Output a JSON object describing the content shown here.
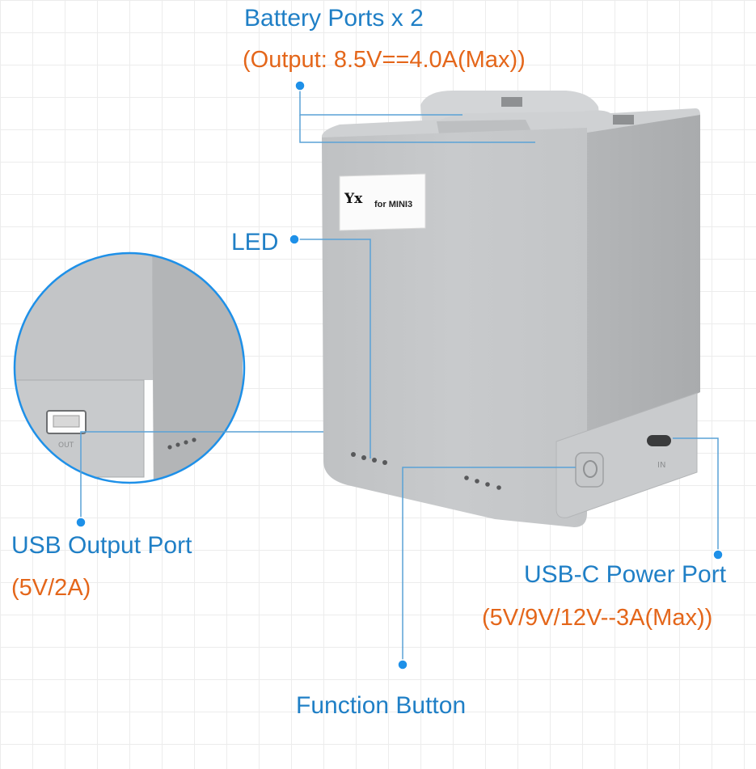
{
  "product": {
    "brand_mark": "Yx",
    "model_label": "for MINI3",
    "usb_port_mark": "OUT",
    "usbc_port_mark": "IN"
  },
  "callouts": {
    "battery_ports": {
      "title": "Battery Ports x 2",
      "spec": "(Output: 8.5V==4.0A(Max))"
    },
    "led": {
      "title": "LED"
    },
    "usb_output": {
      "title": "USB Output Port",
      "spec": "(5V/2A)"
    },
    "usbc_power": {
      "title": "USB-C Power Port",
      "spec": "(5V/9V/12V--3A(Max))"
    },
    "function_button": {
      "title": "Function Button"
    }
  },
  "colors": {
    "label_blue": "#1f7fc6",
    "spec_orange": "#e4661a",
    "device_grey": "#c2c4c6",
    "leader_line": "#5aa2d6",
    "dot_blue": "#1e90e8"
  }
}
